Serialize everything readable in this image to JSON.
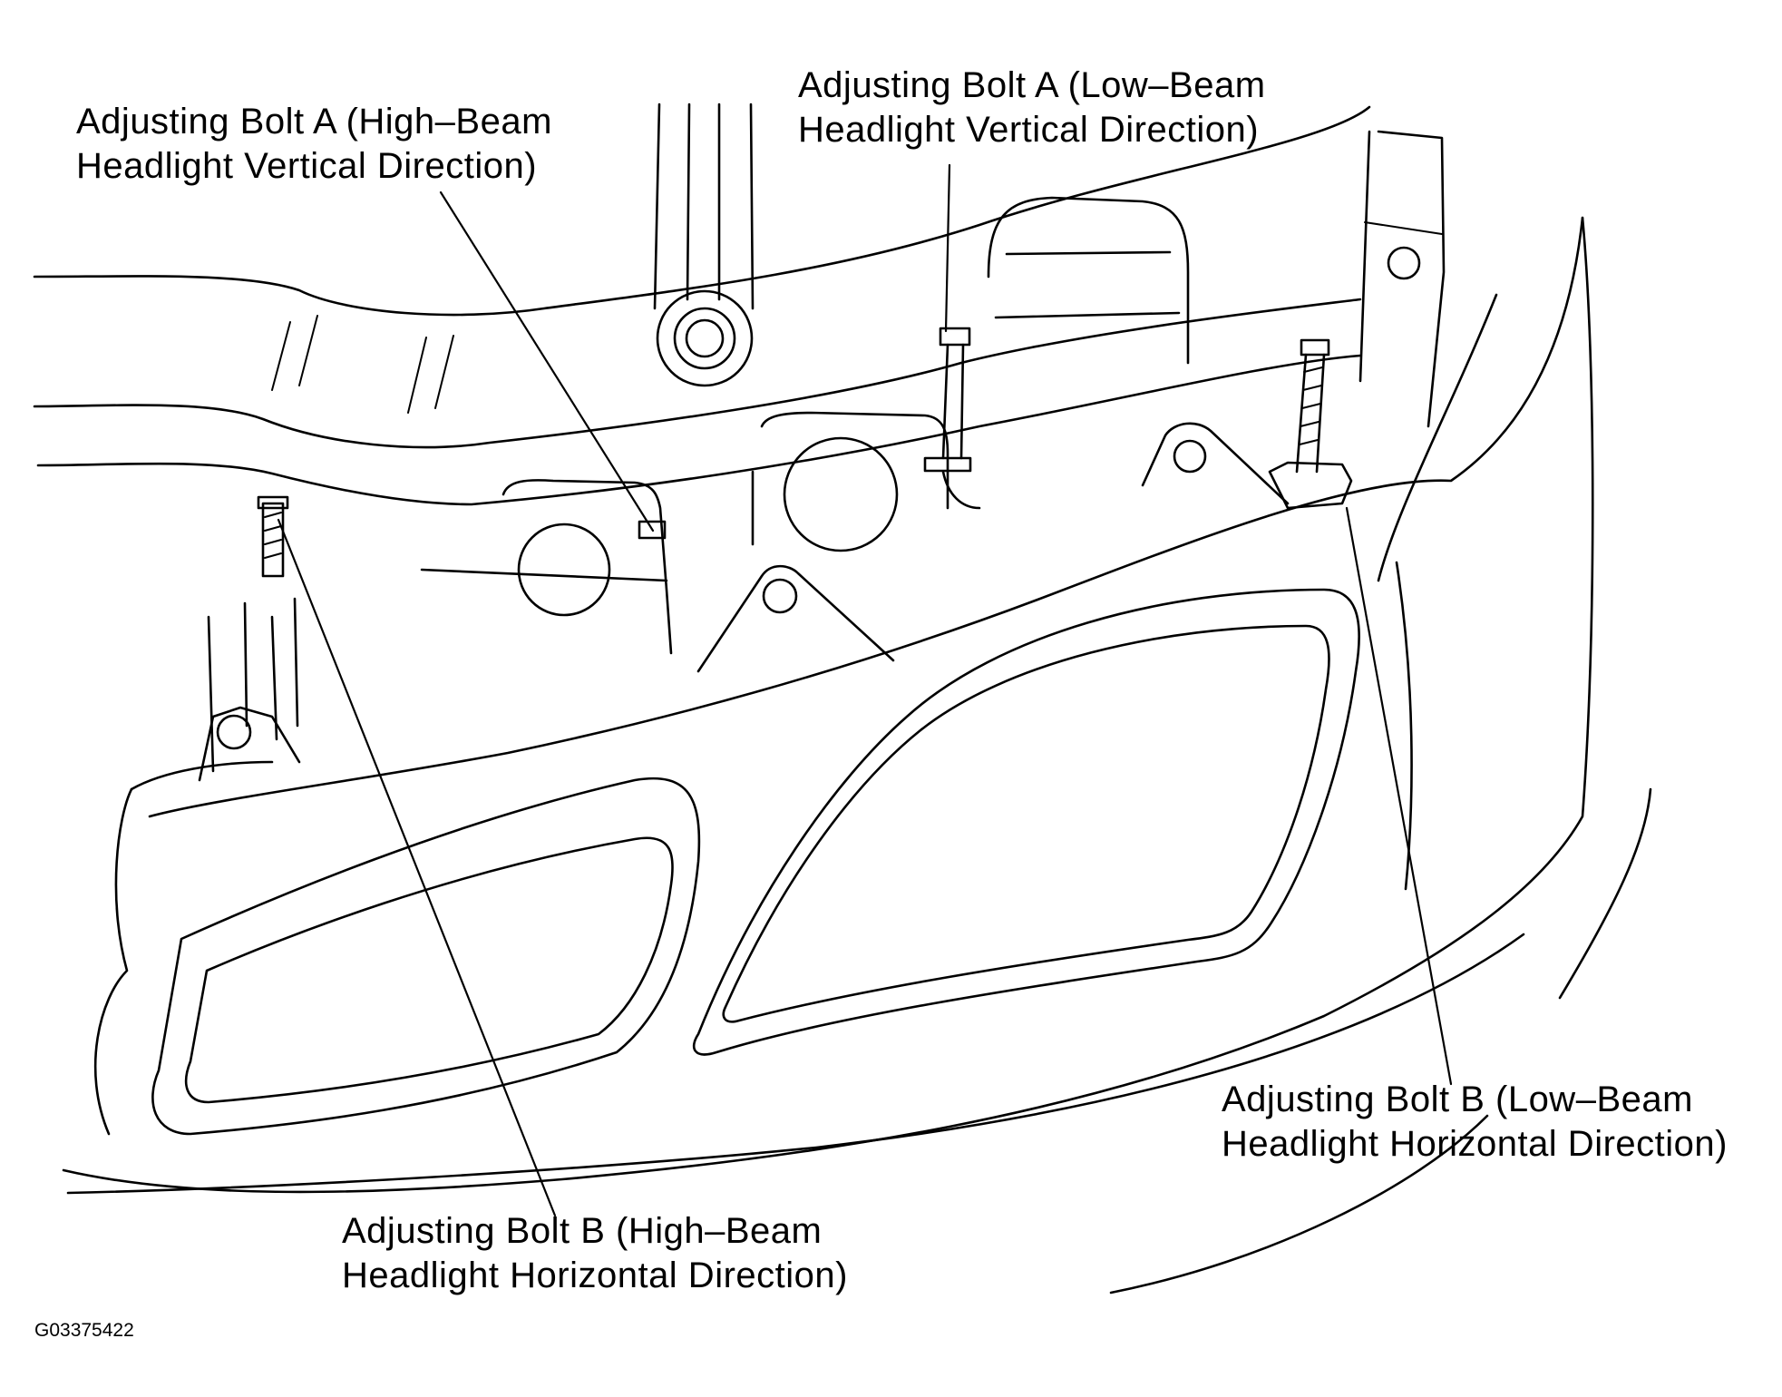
{
  "labels": {
    "high_beam_vertical": {
      "line1": "Adjusting Bolt A (High–Beam",
      "line2": "Headlight Vertical Direction)"
    },
    "low_beam_vertical": {
      "line1": "Adjusting Bolt A (Low–Beam",
      "line2": "Headlight Vertical Direction)"
    },
    "low_beam_horizontal": {
      "line1": "Adjusting Bolt B (Low–Beam",
      "line2": "Headlight Horizontal Direction)"
    },
    "high_beam_horizontal": {
      "line1": "Adjusting Bolt B (High–Beam",
      "line2": "Headlight Horizontal Direction)"
    }
  },
  "figure_code": "G03375422",
  "colors": {
    "ink": "#000000",
    "paper": "#ffffff"
  }
}
